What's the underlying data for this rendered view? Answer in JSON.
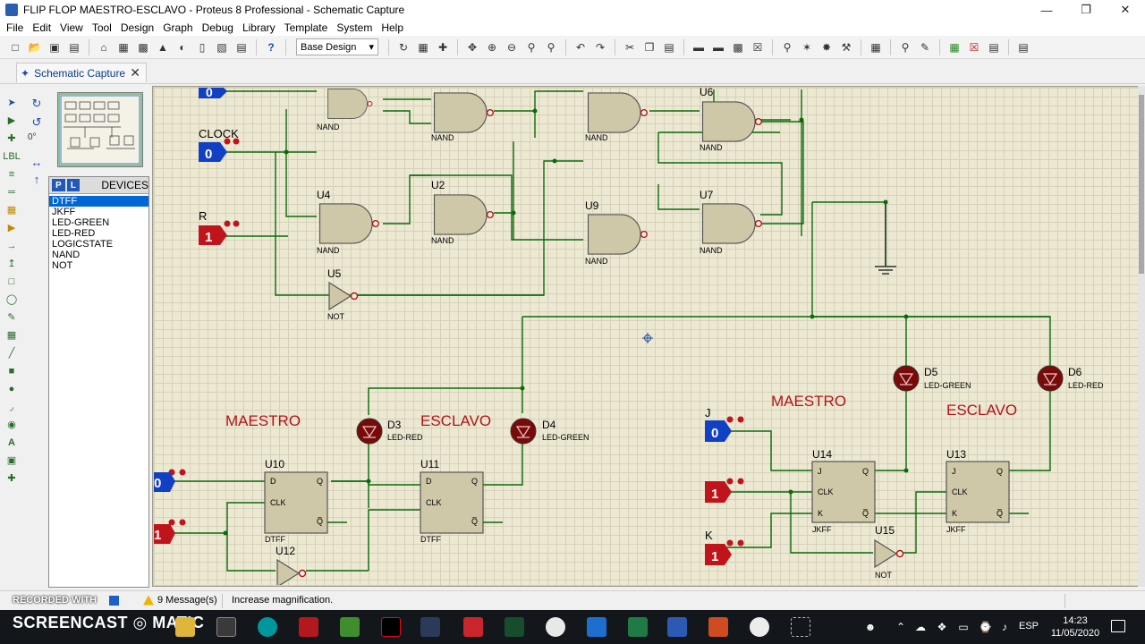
{
  "window": {
    "title": "FLIP FLOP MAESTRO-ESCLAVO - Proteus 8 Professional - Schematic Capture",
    "min_glyph": "—",
    "max_glyph": "❐",
    "close_glyph": "✕"
  },
  "menu": [
    "File",
    "Edit",
    "View",
    "Tool",
    "Design",
    "Graph",
    "Debug",
    "Library",
    "Template",
    "System",
    "Help"
  ],
  "toolbar": {
    "design_select": "Base Design",
    "design_select_arrow": "▾"
  },
  "tab": {
    "label": "Schematic Capture",
    "close": "✕"
  },
  "angle": "0°",
  "devices": {
    "p_button": "P",
    "l_button": "L",
    "title": "DEVICES",
    "items": [
      "DTFF",
      "JKFF",
      "LED-GREEN",
      "LED-RED",
      "LOGICSTATE",
      "NAND",
      "NOT"
    ],
    "selected": "DTFF"
  },
  "schematic": {
    "top": {
      "clock_label": "CLOCK",
      "clock_state": "0",
      "r_label": "R",
      "r_state": "1",
      "top_state": "0",
      "gates": [
        {
          "ref": "",
          "type": "NAND"
        },
        {
          "ref": "",
          "type": "NAND"
        },
        {
          "ref": "",
          "type": "NAND"
        },
        {
          "ref": "U6",
          "type": "NAND"
        },
        {
          "ref": "U4",
          "type": "NAND"
        },
        {
          "ref": "U2",
          "type": "NAND"
        },
        {
          "ref": "U9",
          "type": "NAND"
        },
        {
          "ref": "U7",
          "type": "NAND"
        }
      ],
      "inverter": {
        "ref": "U5",
        "type": "NOT"
      }
    },
    "left": {
      "maestro_label": "MAESTRO",
      "esclavo_label": "ESCLAVO",
      "d3": {
        "ref": "D3",
        "type": "LED-RED"
      },
      "d4": {
        "ref": "D4",
        "type": "LED-GREEN"
      },
      "u10": {
        "ref": "U10",
        "type": "DTFF",
        "pins": [
          "D",
          "CLK",
          "Q",
          "Q̅"
        ]
      },
      "u11": {
        "ref": "U11",
        "type": "DTFF",
        "pins": [
          "D",
          "CLK",
          "Q",
          "Q̅"
        ]
      },
      "u12": {
        "ref": "U12"
      },
      "in1_state": "0",
      "in2_state": "1"
    },
    "right": {
      "maestro_label": "MAESTRO",
      "esclavo_label": "ESCLAVO",
      "d5": {
        "ref": "D5",
        "type": "LED-GREEN"
      },
      "d6": {
        "ref": "D6",
        "type": "LED-RED"
      },
      "j_label": "J",
      "j_state": "0",
      "clk_state": "1",
      "k_label": "K",
      "k_state": "1",
      "u14": {
        "ref": "U14",
        "type": "JKFF",
        "pins": [
          "J",
          "CLK",
          "K",
          "Q",
          "Q̅"
        ]
      },
      "u13": {
        "ref": "U13",
        "type": "JKFF",
        "pins": [
          "J",
          "CLK",
          "K",
          "Q",
          "Q̅"
        ]
      },
      "u15": {
        "ref": "U15",
        "type": "NOT"
      }
    }
  },
  "status": {
    "recorded": "RECORDED WITH",
    "messages": "9 Message(s)",
    "hint": "Increase magnification."
  },
  "taskbar": {
    "logo": "SCREENCAST ◎ MATIC",
    "lang": "ESP",
    "time": "14:23",
    "date": "11/05/2020"
  },
  "colors": {
    "accent": "#0066d6",
    "wire": "#0a6b0a",
    "gate_fill": "#cfc8a8",
    "red_label": "#b0131a",
    "logic_blue": "#1140c4",
    "logic_red": "#c0141c"
  }
}
